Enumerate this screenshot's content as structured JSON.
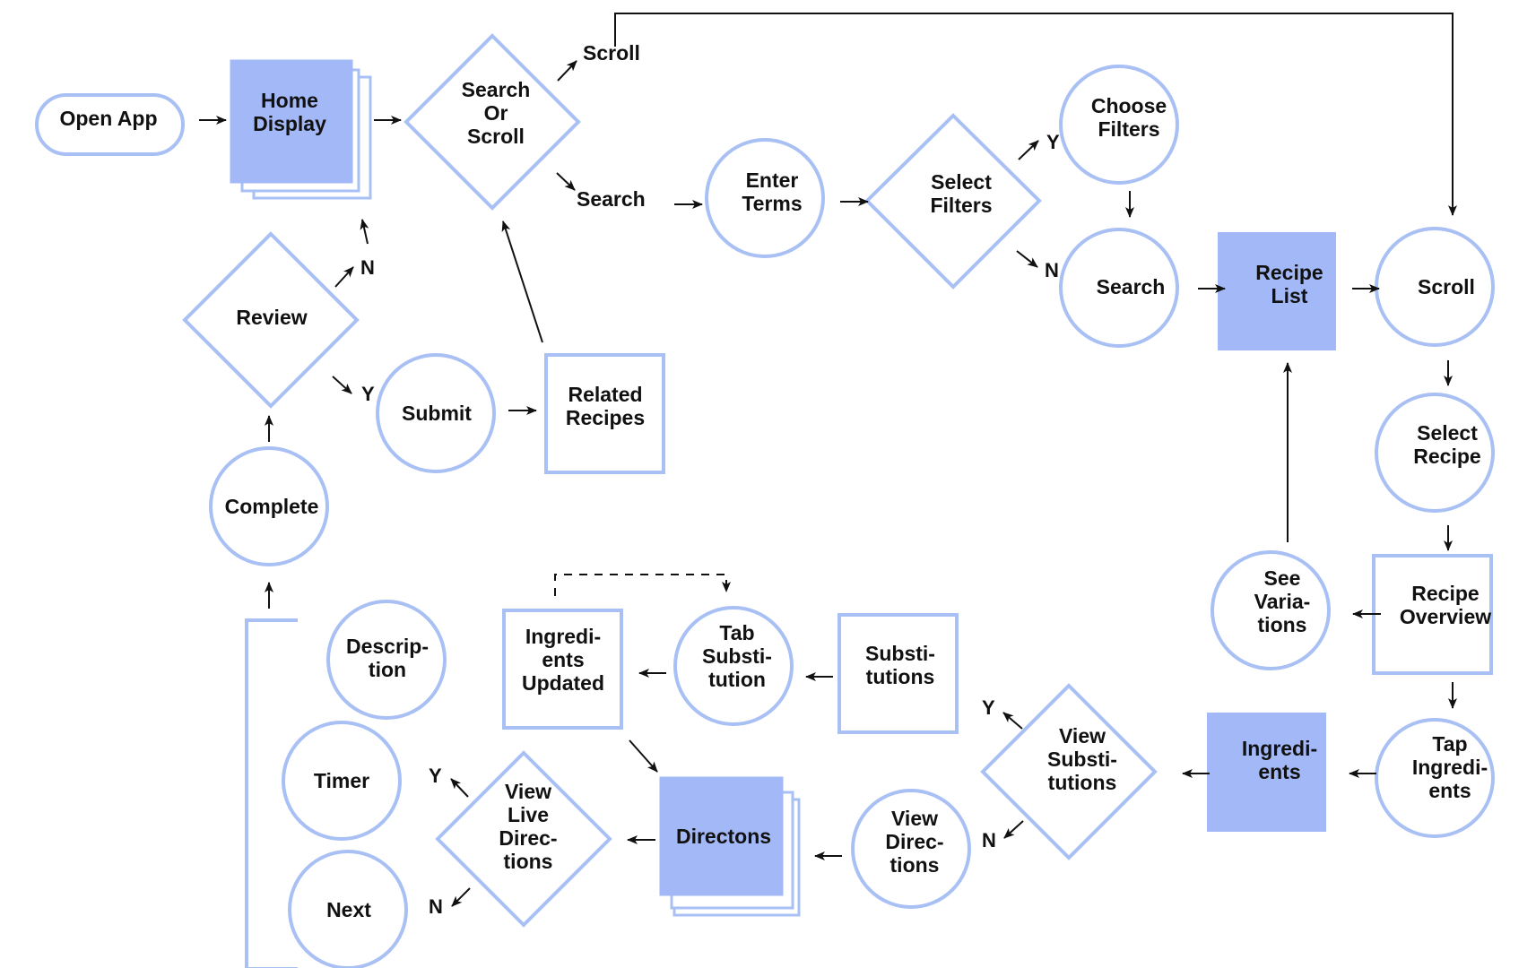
{
  "colors": {
    "outline": "#a9c0f5",
    "fill": "#a3b8f6",
    "arrow": "#111111"
  },
  "nodes": {
    "open_app": [
      "Open App"
    ],
    "home_display": [
      "Home",
      "Display"
    ],
    "search_or_scroll": [
      "Search",
      "Or",
      "Scroll"
    ],
    "scroll_label": [
      "Scroll"
    ],
    "search_label": [
      "Search"
    ],
    "enter_terms": [
      "Enter",
      "Terms"
    ],
    "select_filters": [
      "Select",
      "Filters"
    ],
    "choose_filters": [
      "Choose",
      "Filters"
    ],
    "search": [
      "Search"
    ],
    "recipe_list": [
      "Recipe",
      "List"
    ],
    "scroll": [
      "Scroll"
    ],
    "select_recipe": [
      "Select",
      "Recipe"
    ],
    "recipe_overview": [
      "Recipe",
      "Overview"
    ],
    "see_variations": [
      "See",
      "Varia-",
      "tions"
    ],
    "tap_ingredients": [
      "Tap",
      "Ingredi-",
      "ents"
    ],
    "ingredients": [
      "Ingredi-",
      "ents"
    ],
    "view_substitutions": [
      "View",
      "Substi-",
      "tutions"
    ],
    "substitutions": [
      "Substi-",
      "tutions"
    ],
    "tab_substitution": [
      "Tab",
      "Substi-",
      "tution"
    ],
    "ingredients_updated": [
      "Ingredi-",
      "ents",
      "Updated"
    ],
    "view_directions": [
      "View",
      "Direc-",
      "tions"
    ],
    "directions": [
      "Directons"
    ],
    "view_live_directions": [
      "View",
      "Live",
      "Direc-",
      "tions"
    ],
    "description": [
      "Descrip-",
      "tion"
    ],
    "timer": [
      "Timer"
    ],
    "next": [
      "Next"
    ],
    "complete": [
      "Complete"
    ],
    "review": [
      "Review"
    ],
    "submit": [
      "Submit"
    ],
    "related_recipes": [
      "Related",
      "Recipes"
    ]
  },
  "decisions": {
    "select_filters_yes": "Y",
    "select_filters_no": "N",
    "review_yes": "Y",
    "review_no": "N",
    "view_substitutions_yes": "Y",
    "view_substitutions_no": "N",
    "view_live_directions_yes": "Y",
    "view_live_directions_no": "N"
  }
}
